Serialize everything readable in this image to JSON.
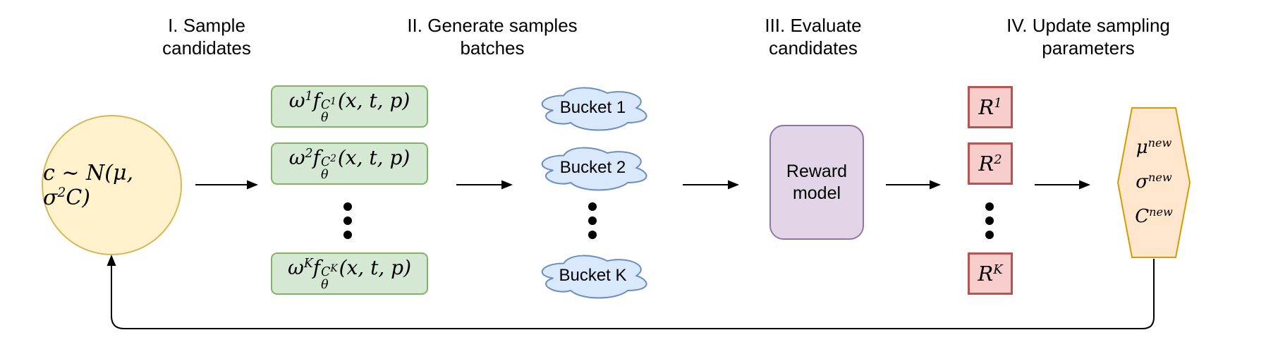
{
  "palette": {
    "background": "#FFFFFF",
    "sampler_fill": "#FFF2CC",
    "sampler_stroke": "#D6B656",
    "batch_fill": "#D5E8D4",
    "batch_stroke": "#82B366",
    "bucket_fill": "#DAE8FC",
    "bucket_stroke": "#6C8EBF",
    "reward_fill": "#E1D5E7",
    "reward_stroke": "#9673A6",
    "score_fill": "#F8CECC",
    "score_stroke": "#B85450",
    "update_fill": "#FFE6CC",
    "update_stroke": "#D79B00",
    "arrow": "#000000"
  },
  "headers": [
    {
      "line1": "I. Sample",
      "line2": "candidates"
    },
    {
      "line1": "II. Generate samples",
      "line2": "batches"
    },
    {
      "line1": "III. Evaluate",
      "line2": "candidates"
    },
    {
      "line1": "IV. Update sampling",
      "line2": "parameters"
    }
  ],
  "sampler": {
    "pre": "c ∼ N(μ, σ",
    "sup": "2",
    "post": "C)"
  },
  "batches": {
    "omega": "ω",
    "f": "f",
    "theta": "θ",
    "C": "C",
    "args": "(x, t, p)",
    "indices": [
      "1",
      "2",
      "K"
    ]
  },
  "buckets": [
    "Bucket 1",
    "Bucket 2",
    "Bucket K"
  ],
  "reward": {
    "line1": "Reward",
    "line2": "model"
  },
  "scores": {
    "R": "R",
    "indices": [
      "1",
      "2",
      "K"
    ]
  },
  "update": {
    "lines": [
      {
        "base": "μ",
        "sup": "new"
      },
      {
        "base": "σ",
        "sup": "new"
      },
      {
        "base": "C",
        "sup": "new"
      }
    ]
  }
}
